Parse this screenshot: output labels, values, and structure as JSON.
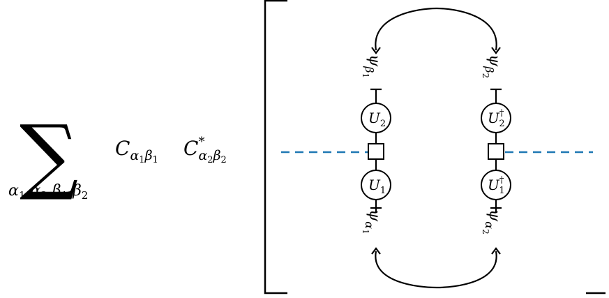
{
  "formula": {
    "sum_symbol": "∑",
    "sum_indices": [
      "α",
      "1",
      ",",
      "α",
      "2",
      ",",
      "β",
      "1",
      ",",
      "β",
      "2"
    ],
    "coeff1": {
      "base": "C",
      "sub": [
        "α",
        "1",
        "β",
        "1"
      ]
    },
    "coeff2": {
      "base": "C",
      "sup": "*",
      "sub": [
        "α",
        "2",
        "β",
        "2"
      ]
    }
  },
  "diagram": {
    "gates": [
      {
        "base": "U",
        "sub": "2",
        "sup": ""
      },
      {
        "base": "U",
        "sub": "1",
        "sup": ""
      },
      {
        "base": "U",
        "sub": "2",
        "sup": "†"
      },
      {
        "base": "U",
        "sub": "1",
        "sup": "†"
      }
    ],
    "states": [
      {
        "base": "ψ",
        "sub": "β",
        "subsub": "1"
      },
      {
        "base": "ψ",
        "sub": "α",
        "subsub": "1"
      },
      {
        "base": "ψ",
        "sub": "β",
        "subsub": "2"
      },
      {
        "base": "ψ",
        "sub": "α",
        "subsub": "2"
      }
    ]
  },
  "colors": {
    "line": "#000000",
    "cut": "#1f78b4"
  }
}
